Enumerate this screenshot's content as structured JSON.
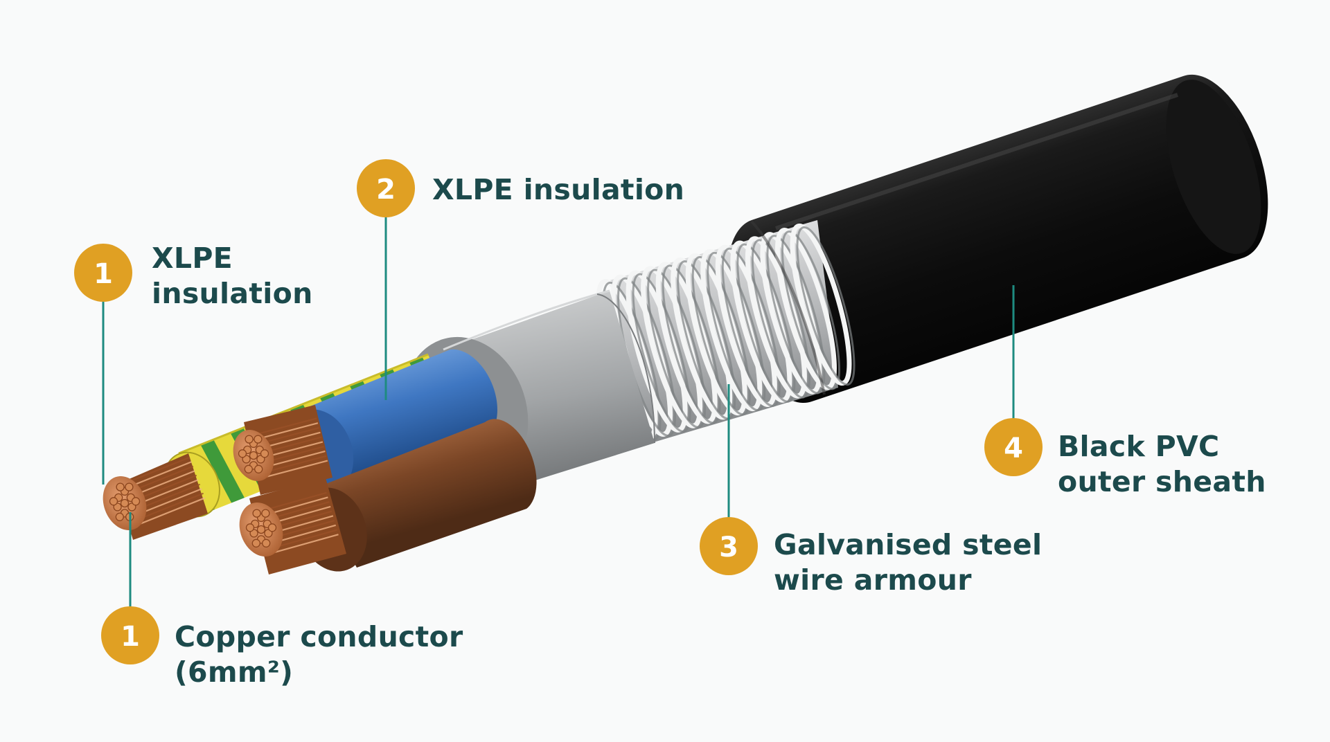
{
  "colors": {
    "badge": "#e0a023",
    "leader_line": "#1e8b80",
    "label_text": "#1c4a4c",
    "outer_sheath": "#141414",
    "armour": "#c2c4c6",
    "bedding": "#9ea1a3",
    "blue_core": "#3f79c4",
    "brown_core": "#7a4526",
    "earth_core_yellow": "#e3d63a",
    "earth_core_green": "#3f9a3a",
    "copper": "#cc7944"
  },
  "callouts": [
    {
      "id": "xlpe-insulation-left",
      "number": "1",
      "lines": [
        "XLPE",
        "insulation"
      ]
    },
    {
      "id": "xlpe-insulation-top",
      "number": "2",
      "lines": [
        "XLPE insulation"
      ]
    },
    {
      "id": "copper-conductor",
      "number": "1",
      "lines": [
        "Copper conductor",
        "(6mm²)"
      ]
    },
    {
      "id": "steel-wire-armour",
      "number": "3",
      "lines": [
        "Galvanised steel",
        "wire armour"
      ]
    },
    {
      "id": "outer-sheath",
      "number": "4",
      "lines": [
        "Black PVC",
        "outer sheath"
      ]
    }
  ]
}
